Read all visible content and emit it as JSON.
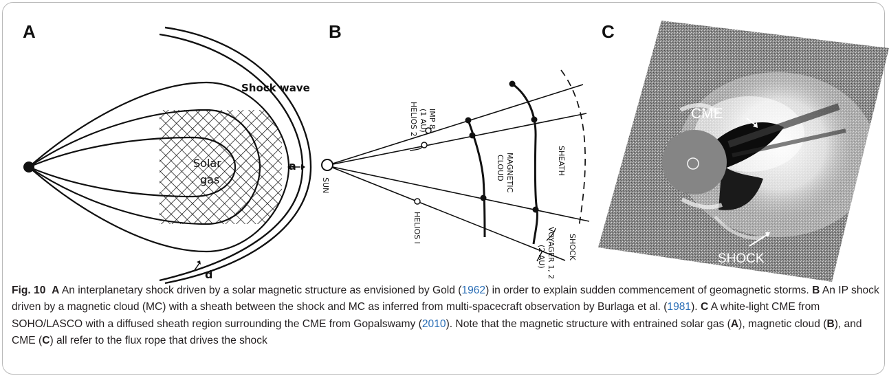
{
  "figure": {
    "panel_labels": [
      "A",
      "B",
      "C"
    ],
    "panel_a": {
      "shock_label": "Shock wave",
      "gas_label_1": "Solar",
      "gas_label_2": "gas",
      "label_a": "a",
      "label_d": "d"
    },
    "panel_b": {
      "sun": "SUN",
      "imp8_1": "IMP 8",
      "imp8_2": "(1 AU)",
      "helios2": "HELIOS 2",
      "magnetic": "MAGNETIC",
      "cloud": "CLOUD",
      "sheath": "SHEATH",
      "helios1": "HELIOS I",
      "voyager_1": "VOYAGER 1, 2",
      "voyager_2": "(2 AU)",
      "shock": "SHOCK"
    },
    "panel_c": {
      "cme": "CME",
      "shock": "SHOCK"
    }
  },
  "caption": {
    "fig_label": "Fig. 10",
    "p1": " An interplanetary shock driven by a solar magnetic structure as envisioned by Gold (",
    "ref1": "1962",
    "p2": ") in order to explain sudden commencement of geomagnetic storms. ",
    "p3": " An IP shock driven by a magnetic cloud (MC) with a sheath between the shock and MC as inferred from multi-spacecraft observation by Burlaga et al. (",
    "ref2": "1981",
    "p4": "). ",
    "p5": " A white-light CME from SOHO/LASCO with a diffused sheath region surrounding the CME from Gopalswamy (",
    "ref3": "2010",
    "p6": "). Note that the magnetic structure with entrained solar gas (",
    "p7": "), magnetic cloud (",
    "p8": "), and CME (",
    "p9": ") all refer to the flux rope that drives the shock"
  }
}
